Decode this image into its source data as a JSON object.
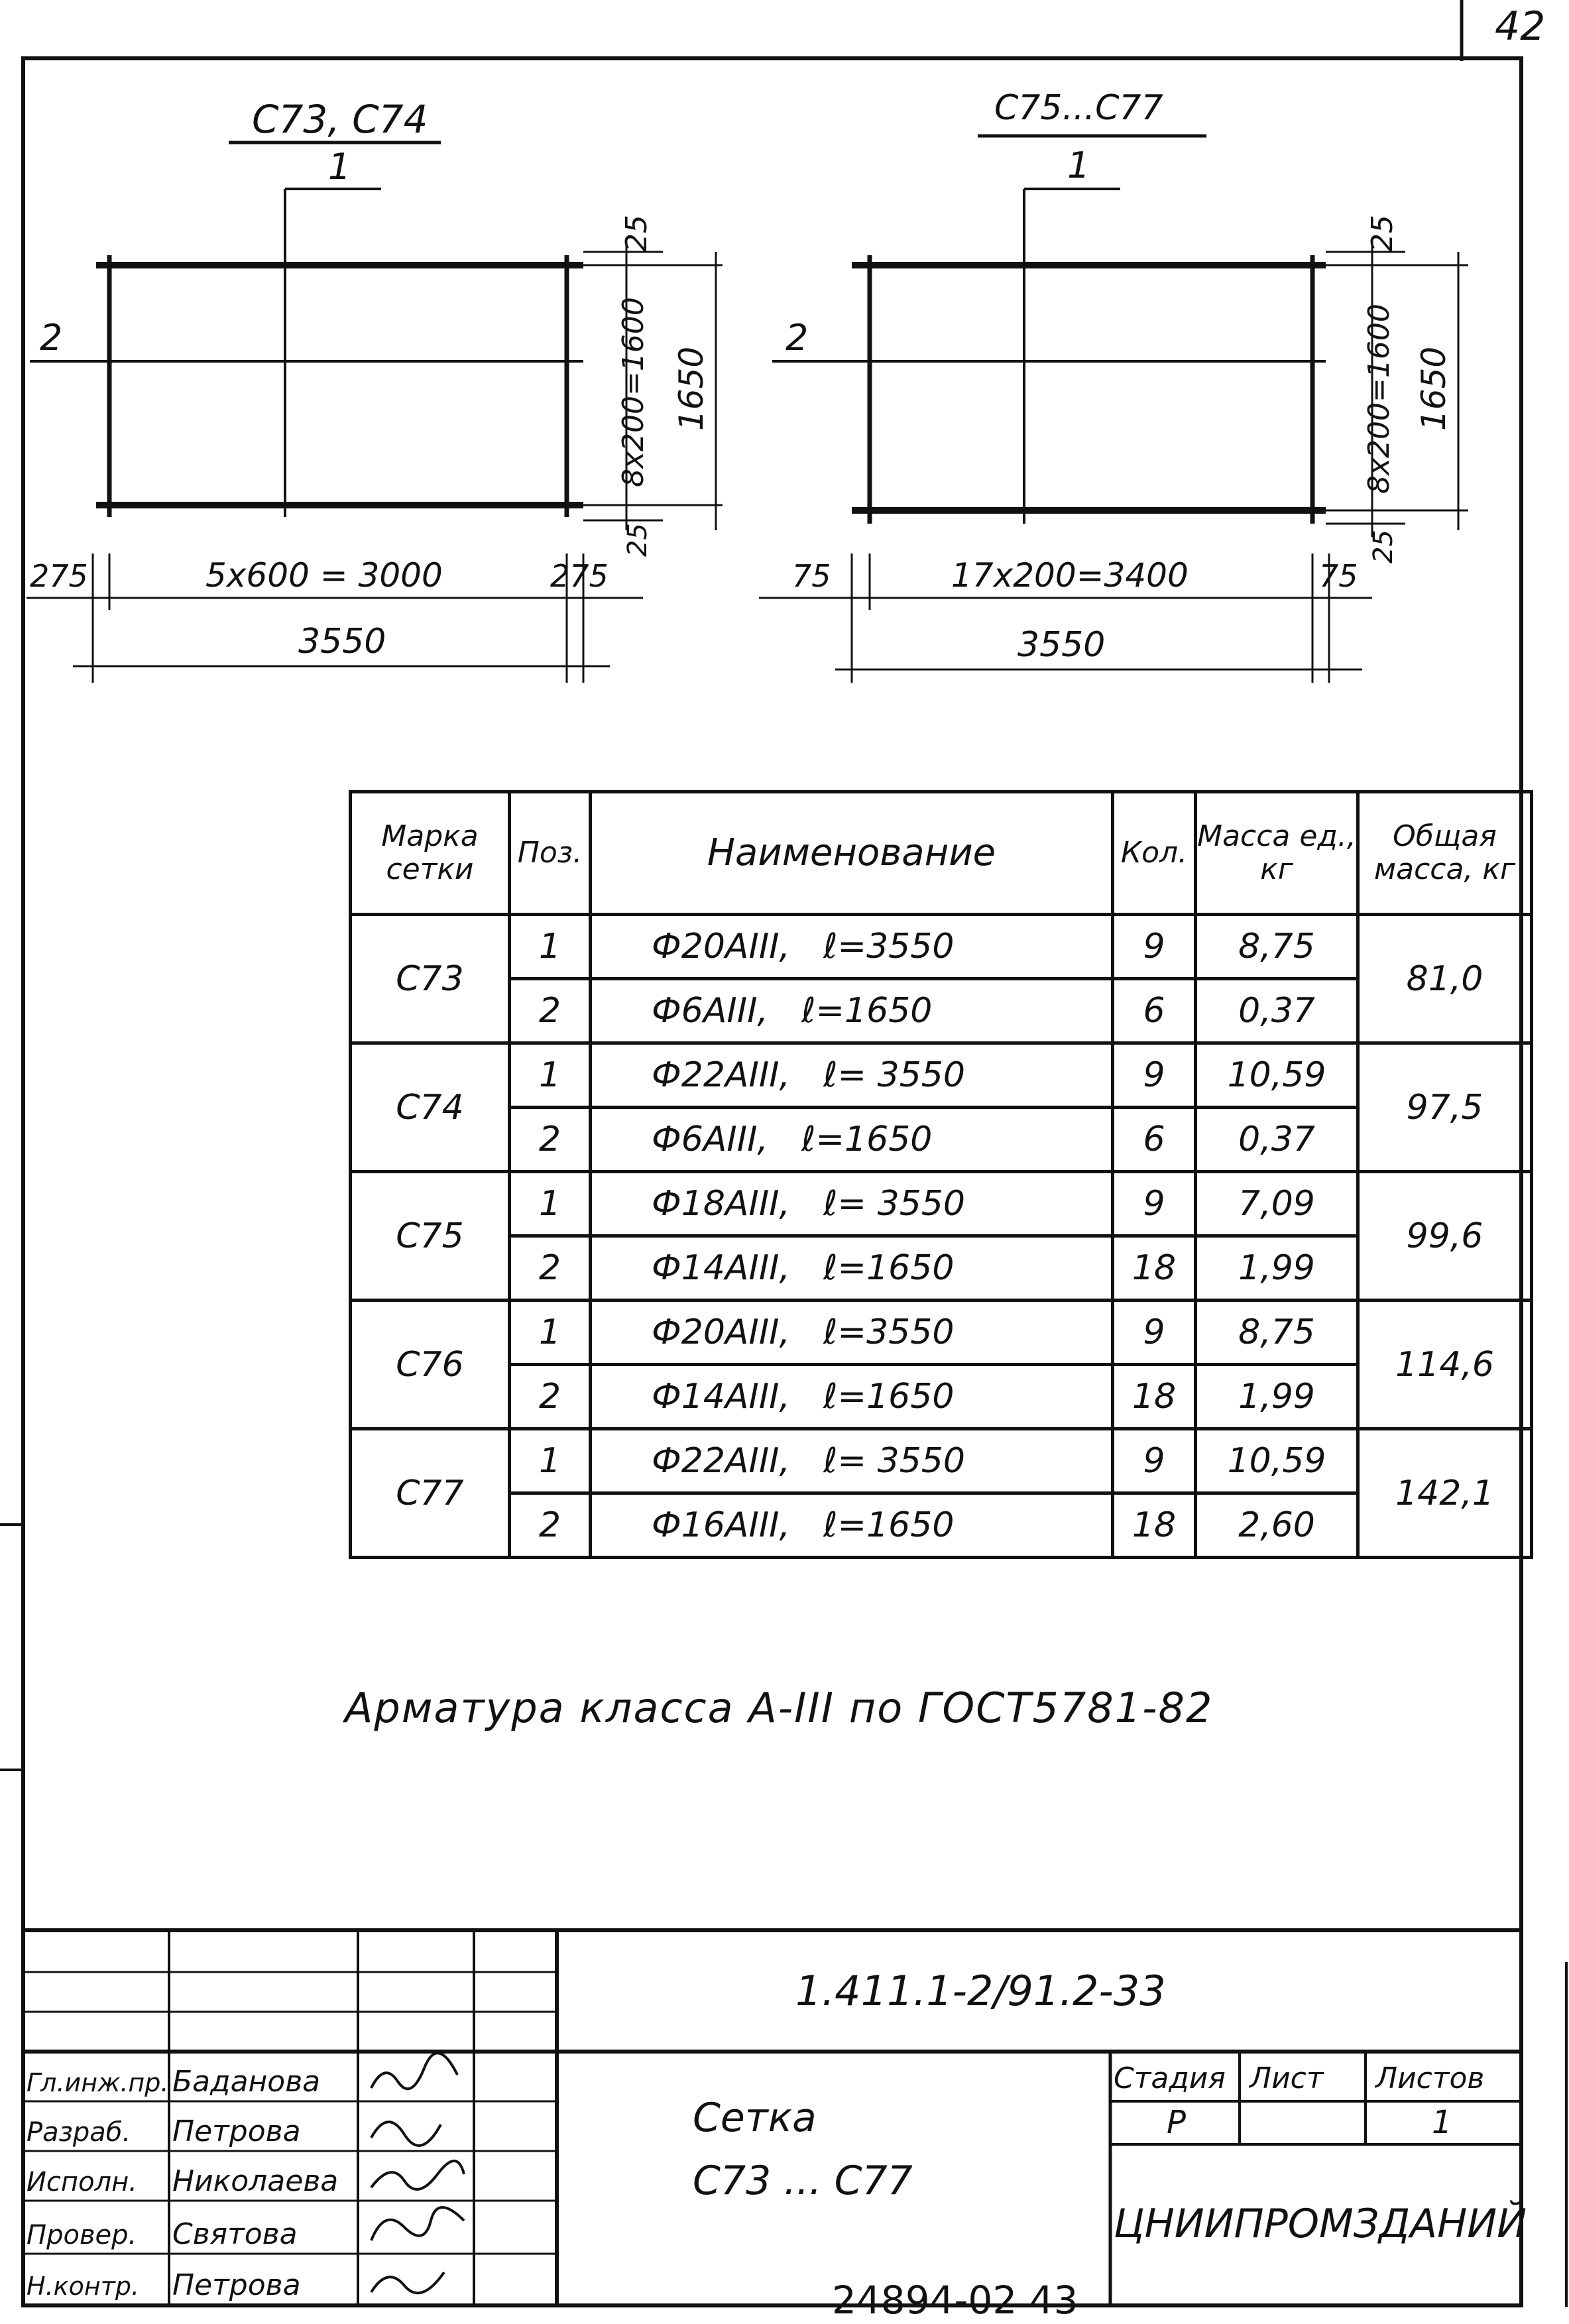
{
  "page": {
    "sheet_number": "42",
    "stamp_number": "24894-02  43"
  },
  "drawing_left": {
    "title": "С73, С74",
    "section_mark": "1",
    "pos_mark": "2",
    "dim_top": "25",
    "dim_vertical_inner": "8х200=1600",
    "dim_vertical_total": "1650",
    "dim_bottom": "25",
    "dim_left": "275",
    "dim_middle": "5х600 = 3000",
    "dim_right": "275",
    "dim_total": "3550"
  },
  "drawing_right": {
    "title": "С75...С77",
    "section_mark": "1",
    "pos_mark": "2",
    "dim_top": "25",
    "dim_vertical_inner": "8х200=1600",
    "dim_vertical_total": "1650",
    "dim_bottom": "25",
    "dim_left": "75",
    "dim_middle": "17х200=3400",
    "dim_right": "75",
    "dim_total": "3550"
  },
  "table": {
    "headers": {
      "mark": "Марка сетки",
      "pos": "Поз.",
      "name": "Наименование",
      "qty": "Кол.",
      "unit_mass": "Масса ед., кг",
      "total_mass": "Общая масса, кг"
    },
    "groups": [
      {
        "mark": "С73",
        "total": "81,0",
        "rows": [
          {
            "pos": "1",
            "bar": "Ф20АIII,",
            "len": "ℓ=3550",
            "qty": "9",
            "mass": "8,75"
          },
          {
            "pos": "2",
            "bar": "Ф6АIII,",
            "len": "ℓ=1650",
            "qty": "6",
            "mass": "0,37"
          }
        ]
      },
      {
        "mark": "С74",
        "total": "97,5",
        "rows": [
          {
            "pos": "1",
            "bar": "Ф22АIII,",
            "len": "ℓ= 3550",
            "qty": "9",
            "mass": "10,59"
          },
          {
            "pos": "2",
            "bar": "Ф6АIII,",
            "len": "ℓ=1650",
            "qty": "6",
            "mass": "0,37"
          }
        ]
      },
      {
        "mark": "С75",
        "total": "99,6",
        "rows": [
          {
            "pos": "1",
            "bar": "Ф18АIII,",
            "len": "ℓ= 3550",
            "qty": "9",
            "mass": "7,09"
          },
          {
            "pos": "2",
            "bar": "Ф14АIII,",
            "len": "ℓ=1650",
            "qty": "18",
            "mass": "1,99"
          }
        ]
      },
      {
        "mark": "С76",
        "total": "114,6",
        "rows": [
          {
            "pos": "1",
            "bar": "Ф20АIII,",
            "len": "ℓ=3550",
            "qty": "9",
            "mass": "8,75"
          },
          {
            "pos": "2",
            "bar": "Ф14АIII,",
            "len": "ℓ=1650",
            "qty": "18",
            "mass": "1,99"
          }
        ]
      },
      {
        "mark": "С77",
        "total": "142,1",
        "rows": [
          {
            "pos": "1",
            "bar": "Ф22АIII,",
            "len": "ℓ= 3550",
            "qty": "9",
            "mass": "10,59"
          },
          {
            "pos": "2",
            "bar": "Ф16АIII,",
            "len": "ℓ=1650",
            "qty": "18",
            "mass": "2,60"
          }
        ]
      }
    ]
  },
  "note": "Арматура класса А-III по ГОСТ5781-82",
  "title_block": {
    "doc_code": "1.411.1-2/91.2-33",
    "title_line1": "Сетка",
    "title_line2": "С73 ... С77",
    "stage_label": "Стадия",
    "sheet_label": "Лист",
    "sheets_label": "Листов",
    "stage_value": "Р",
    "sheet_value": "",
    "sheets_value": "1",
    "organization": "ЦНИИПРОМЗДАНИЙ",
    "people": [
      {
        "role": "Гл.инж.пр.",
        "name": "Баданова"
      },
      {
        "role": "Разраб.",
        "name": "Петрова"
      },
      {
        "role": "Исполн.",
        "name": "Николаева"
      },
      {
        "role": "Провер.",
        "name": "Святова"
      },
      {
        "role": "Н.контр.",
        "name": "Петрова"
      }
    ]
  }
}
